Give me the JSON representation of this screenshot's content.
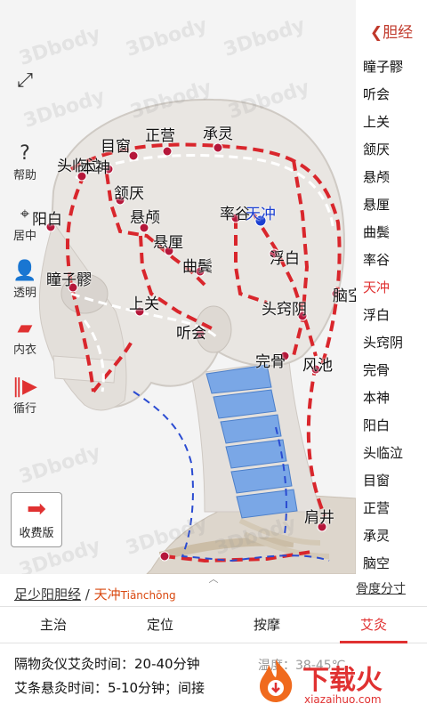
{
  "watermark": "3Dbody",
  "toolbar": {
    "help_label": "帮助",
    "center_label": "居中",
    "transparent_label": "透明",
    "underwear_label": "内衣",
    "loop_label": "循行",
    "pay_label": "收费版"
  },
  "points": {
    "toulinqi": "头临泣",
    "benshen": "本神",
    "muchuang": "目窗",
    "zhengying": "正营",
    "chengling": "承灵",
    "hanyan": "颔厌",
    "xuanlu": "悬颅",
    "xuanli": "悬厘",
    "qubin": "曲鬓",
    "shuaigu": "率谷",
    "tianchong": "天冲",
    "fubai": "浮白",
    "yangbai": "阳白",
    "tongziliao": "瞳子髎",
    "shangguan": "上关",
    "touqiaoyin": "头窍阴",
    "tinghui": "听会",
    "wangu": "完骨",
    "fengchi": "风池",
    "naokong": "脑空",
    "jianjing": "肩井"
  },
  "sidebar": {
    "back_label": "胆经",
    "items": [
      "瞳子髎",
      "听会",
      "上关",
      "颔厌",
      "悬颅",
      "悬厘",
      "曲鬓",
      "率谷",
      "天冲",
      "浮白",
      "头窍阴",
      "完骨",
      "本神",
      "阳白",
      "头临泣",
      "目窗",
      "正营",
      "承灵",
      "脑空"
    ],
    "active_index": 8
  },
  "breadcrumb": {
    "meridian": "足少阳胆经",
    "separator": "/",
    "point": "天冲",
    "pinyin": "Tiānchōng"
  },
  "bone_measure_label": "骨度分寸",
  "tabs": [
    "主治",
    "定位",
    "按摩",
    "艾灸"
  ],
  "active_tab": 3,
  "info": {
    "line1": "隔物灸仪艾灸时间：20-40分钟",
    "line2": "艾条悬灸时间：5-10分钟；间接",
    "temp": "温度：38-45℃"
  },
  "logo": {
    "text": "下载火",
    "url": "xiazaihuo.com"
  },
  "colors": {
    "accent": "#e03131",
    "meridian_line": "#d9262c",
    "acupoint": "#b5173a",
    "active_point": "#1a3fd1",
    "spine": "#6f9fe0"
  }
}
